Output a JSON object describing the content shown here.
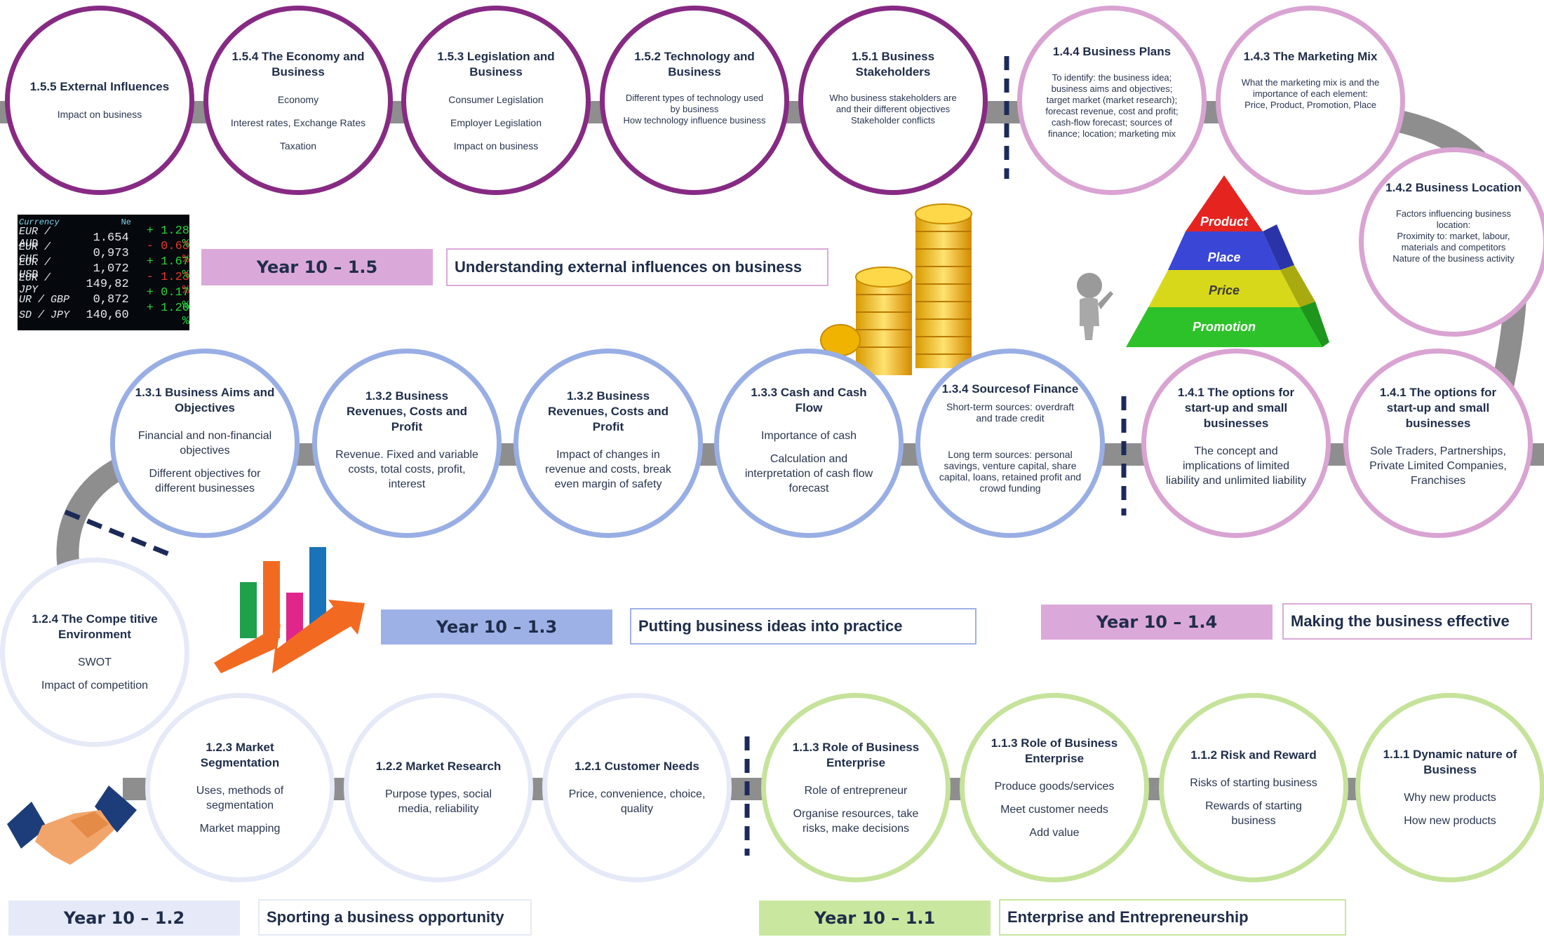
{
  "colors": {
    "road": "#8e8e8e",
    "purple": "#862a84",
    "pink": "#d9a3d2",
    "blue": "#98aee4",
    "pale_blue": "#e5e9f8",
    "green": "#c5e39a",
    "dash": "#1c2a5a"
  },
  "units": {
    "u155": {
      "title": "1.5.5 External Influences",
      "lines": [
        "Impact on business"
      ]
    },
    "u154": {
      "title": "1.5.4 The Economy and Business",
      "lines": [
        "Economy",
        "Interest rates, Exchange Rates",
        "Taxation"
      ]
    },
    "u153": {
      "title": "1.5.3 Legislation and Business",
      "lines": [
        "Consumer Legislation",
        "Employer Legislation",
        "Impact on business"
      ]
    },
    "u152": {
      "title": "1.5.2 Technology and Business",
      "lines": [
        "Different types of technology used by business",
        "How technology influence business"
      ]
    },
    "u151": {
      "title": "1.5.1 Business Stakeholders",
      "lines": [
        "Who business stakeholders are and their different objectives",
        "Stakeholder conflicts"
      ]
    },
    "u144": {
      "title": "1.4.4 Business Plans",
      "lines": [
        "To identify: the business idea; business aims and objectives; target market (market research); forecast revenue, cost and profit; cash-flow forecast; sources of finance; location; marketing mix"
      ]
    },
    "u143": {
      "title": "1.4.3 The Marketing Mix",
      "lines": [
        "What the marketing mix is and the importance of each element:",
        "Price, Product, Promotion, Place"
      ]
    },
    "u142": {
      "title": "1.4.2 Business Location",
      "lines": [
        "Factors influencing business location:",
        "Proximity to: market, labour, materials and competitors",
        "Nature of the business activity"
      ]
    },
    "u131": {
      "title": "1.3.1 Business Aims and Objectives",
      "lines": [
        "Financial and non-financial objectives",
        "Different objectives for different businesses"
      ]
    },
    "u132a": {
      "title": "1.3.2 Business Revenues, Costs and Profit",
      "lines": [
        "Revenue. Fixed and variable costs, total costs, profit, interest"
      ]
    },
    "u132b": {
      "title": "1.3.2 Business Revenues, Costs and Profit",
      "lines": [
        "Impact of changes in revenue and costs, break even margin of safety"
      ]
    },
    "u133": {
      "title": "1.3.3 Cash and Cash Flow",
      "lines": [
        "Importance of cash",
        "Calculation and interpretation of cash flow forecast"
      ]
    },
    "u134": {
      "title": "1.3.4 Sourcesof Finance",
      "lines": [
        "Short-term sources: overdraft and trade credit",
        "Long term sources: personal savings, venture capital, share capital, loans, retained profit and crowd funding"
      ]
    },
    "u141a": {
      "title": "1.4.1 The options for start-up and small businesses",
      "lines": [
        "The concept and implications of limited liability and unlimited liability"
      ]
    },
    "u141b": {
      "title": "1.4.1 The options for start-up and small businesses",
      "lines": [
        "Sole Traders, Partnerships, Private Limited Companies, Franchises"
      ]
    },
    "u124": {
      "title": "1.2.4 The Compe titive Environment",
      "lines": [
        "SWOT",
        "Impact of competition"
      ]
    },
    "u123": {
      "title": "1.2.3 Market Segmentation",
      "lines": [
        "Uses, methods of segmentation",
        "Market mapping"
      ]
    },
    "u122": {
      "title": "1.2.2 Market Research",
      "lines": [
        "Purpose types, social media, reliability"
      ]
    },
    "u121": {
      "title": "1.2.1 Customer Needs",
      "lines": [
        "Price, convenience, choice, quality"
      ]
    },
    "u113a": {
      "title": "1.1.3 Role of Business Enterprise",
      "lines": [
        "Role of entrepreneur",
        "Organise resources, take risks, make decisions"
      ]
    },
    "u113b": {
      "title": "1.1.3 Role of Business Enterprise",
      "lines": [
        "Produce goods/services",
        "Meet customer needs",
        "Add value"
      ]
    },
    "u112": {
      "title": "1.1.2 Risk and Reward",
      "lines": [
        "Risks of starting business",
        "Rewards of starting business"
      ]
    },
    "u111": {
      "title": "1.1.1 Dynamic nature of Business",
      "lines": [
        "Why new products",
        "How new products"
      ]
    }
  },
  "sections": {
    "s15": {
      "year": "Year 10 – 1.5",
      "theme": "Understanding external influences on business"
    },
    "s13": {
      "year": "Year 10 – 1.3",
      "theme": "Putting business ideas into practice"
    },
    "s14": {
      "year": "Year 10 – 1.4",
      "theme": "Making the business effective"
    },
    "s12": {
      "year": "Year 10 – 1.2",
      "theme": "Sporting a business opportunity"
    },
    "s11": {
      "year": "Year 10 – 1.1",
      "theme": "Enterprise and Entrepreneurship"
    }
  },
  "pyramid": {
    "product": "Product",
    "place": "Place",
    "price": "Price",
    "promotion": "Promotion"
  },
  "ticker": {
    "header": "Currency",
    "header_partial": "Ne",
    "rows": [
      {
        "pair": "EUR / AUD",
        "value": "1.654",
        "change": "+ 1.28 %"
      },
      {
        "pair": "EUR / CHF",
        "value": "0,973",
        "change": "- 0.63 %"
      },
      {
        "pair": "EUR / USD",
        "value": "1,072",
        "change": "+ 1.67 %"
      },
      {
        "pair": "EUR / JPY",
        "value": "149,82",
        "change": "- 1.23 %"
      },
      {
        "pair": "UR / GBP",
        "value": "0,872",
        "change": "+ 0.17 %"
      },
      {
        "pair": "SD / JPY",
        "value": "140,60",
        "change": "+ 1.20 %"
      }
    ]
  }
}
